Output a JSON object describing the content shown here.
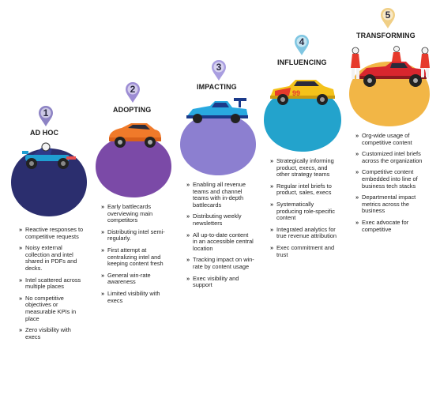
{
  "stages": [
    {
      "number": "1",
      "title": "AD HOC",
      "color": "#2b2e6e",
      "pin_color": "#8d83c4",
      "vehicle_icon": "go-kart-icon",
      "points": [
        "Reactive responses to competitive requests",
        "Noisy external collection and intel shared in PDFs and decks.",
        "Intel scattered across multiple places",
        "No competitive objectives or measurable KPIs in place",
        "Zero visibility with execs"
      ]
    },
    {
      "number": "2",
      "title": "ADOPTING",
      "color": "#7b4aa7",
      "pin_color": "#9d8dd4",
      "vehicle_icon": "orange-car-icon",
      "points": [
        "Early battlecards overviewing main competitors",
        "Distributing intel semi-regularly.",
        "First attempt at centralizing intel and keeping content fresh",
        "General win-rate awareness",
        "Limited visibility with execs"
      ]
    },
    {
      "number": "3",
      "title": "IMPACTING",
      "color": "#8c7fd0",
      "pin_color": "#a99ee0",
      "vehicle_icon": "race-car-icon",
      "points": [
        "Enabling all revenue teams and channel teams with in-depth battlecards",
        "Distributing weekly newsletters",
        "All up-to-date content in an accessible central location",
        "Tracking impact on win-rate by content usage",
        "Exec visibility and support"
      ]
    },
    {
      "number": "4",
      "title": "INFLUENCING",
      "color": "#23a3cc",
      "pin_color": "#7fc6e2",
      "vehicle_icon": "stock-car-icon",
      "points": [
        "Strategically informing product, execs, and other strategy teams",
        "Regular intel briefs to product, sales, execs",
        "Systematically producing role-specific content",
        "Integrated analytics for true revenue attribution",
        "Exec commitment and trust"
      ]
    },
    {
      "number": "5",
      "title": "TRANSFORMING",
      "color": "#f2b646",
      "pin_color": "#f0cf86",
      "vehicle_icon": "pit-crew-icon",
      "points": [
        "Org-wide usage of competitive content",
        "Customized intel briefs across the organization",
        "Competitive content embedded into line of business tech stacks",
        "Departmental impact metrics across the business",
        "Exec advocate for competitive"
      ]
    }
  ]
}
